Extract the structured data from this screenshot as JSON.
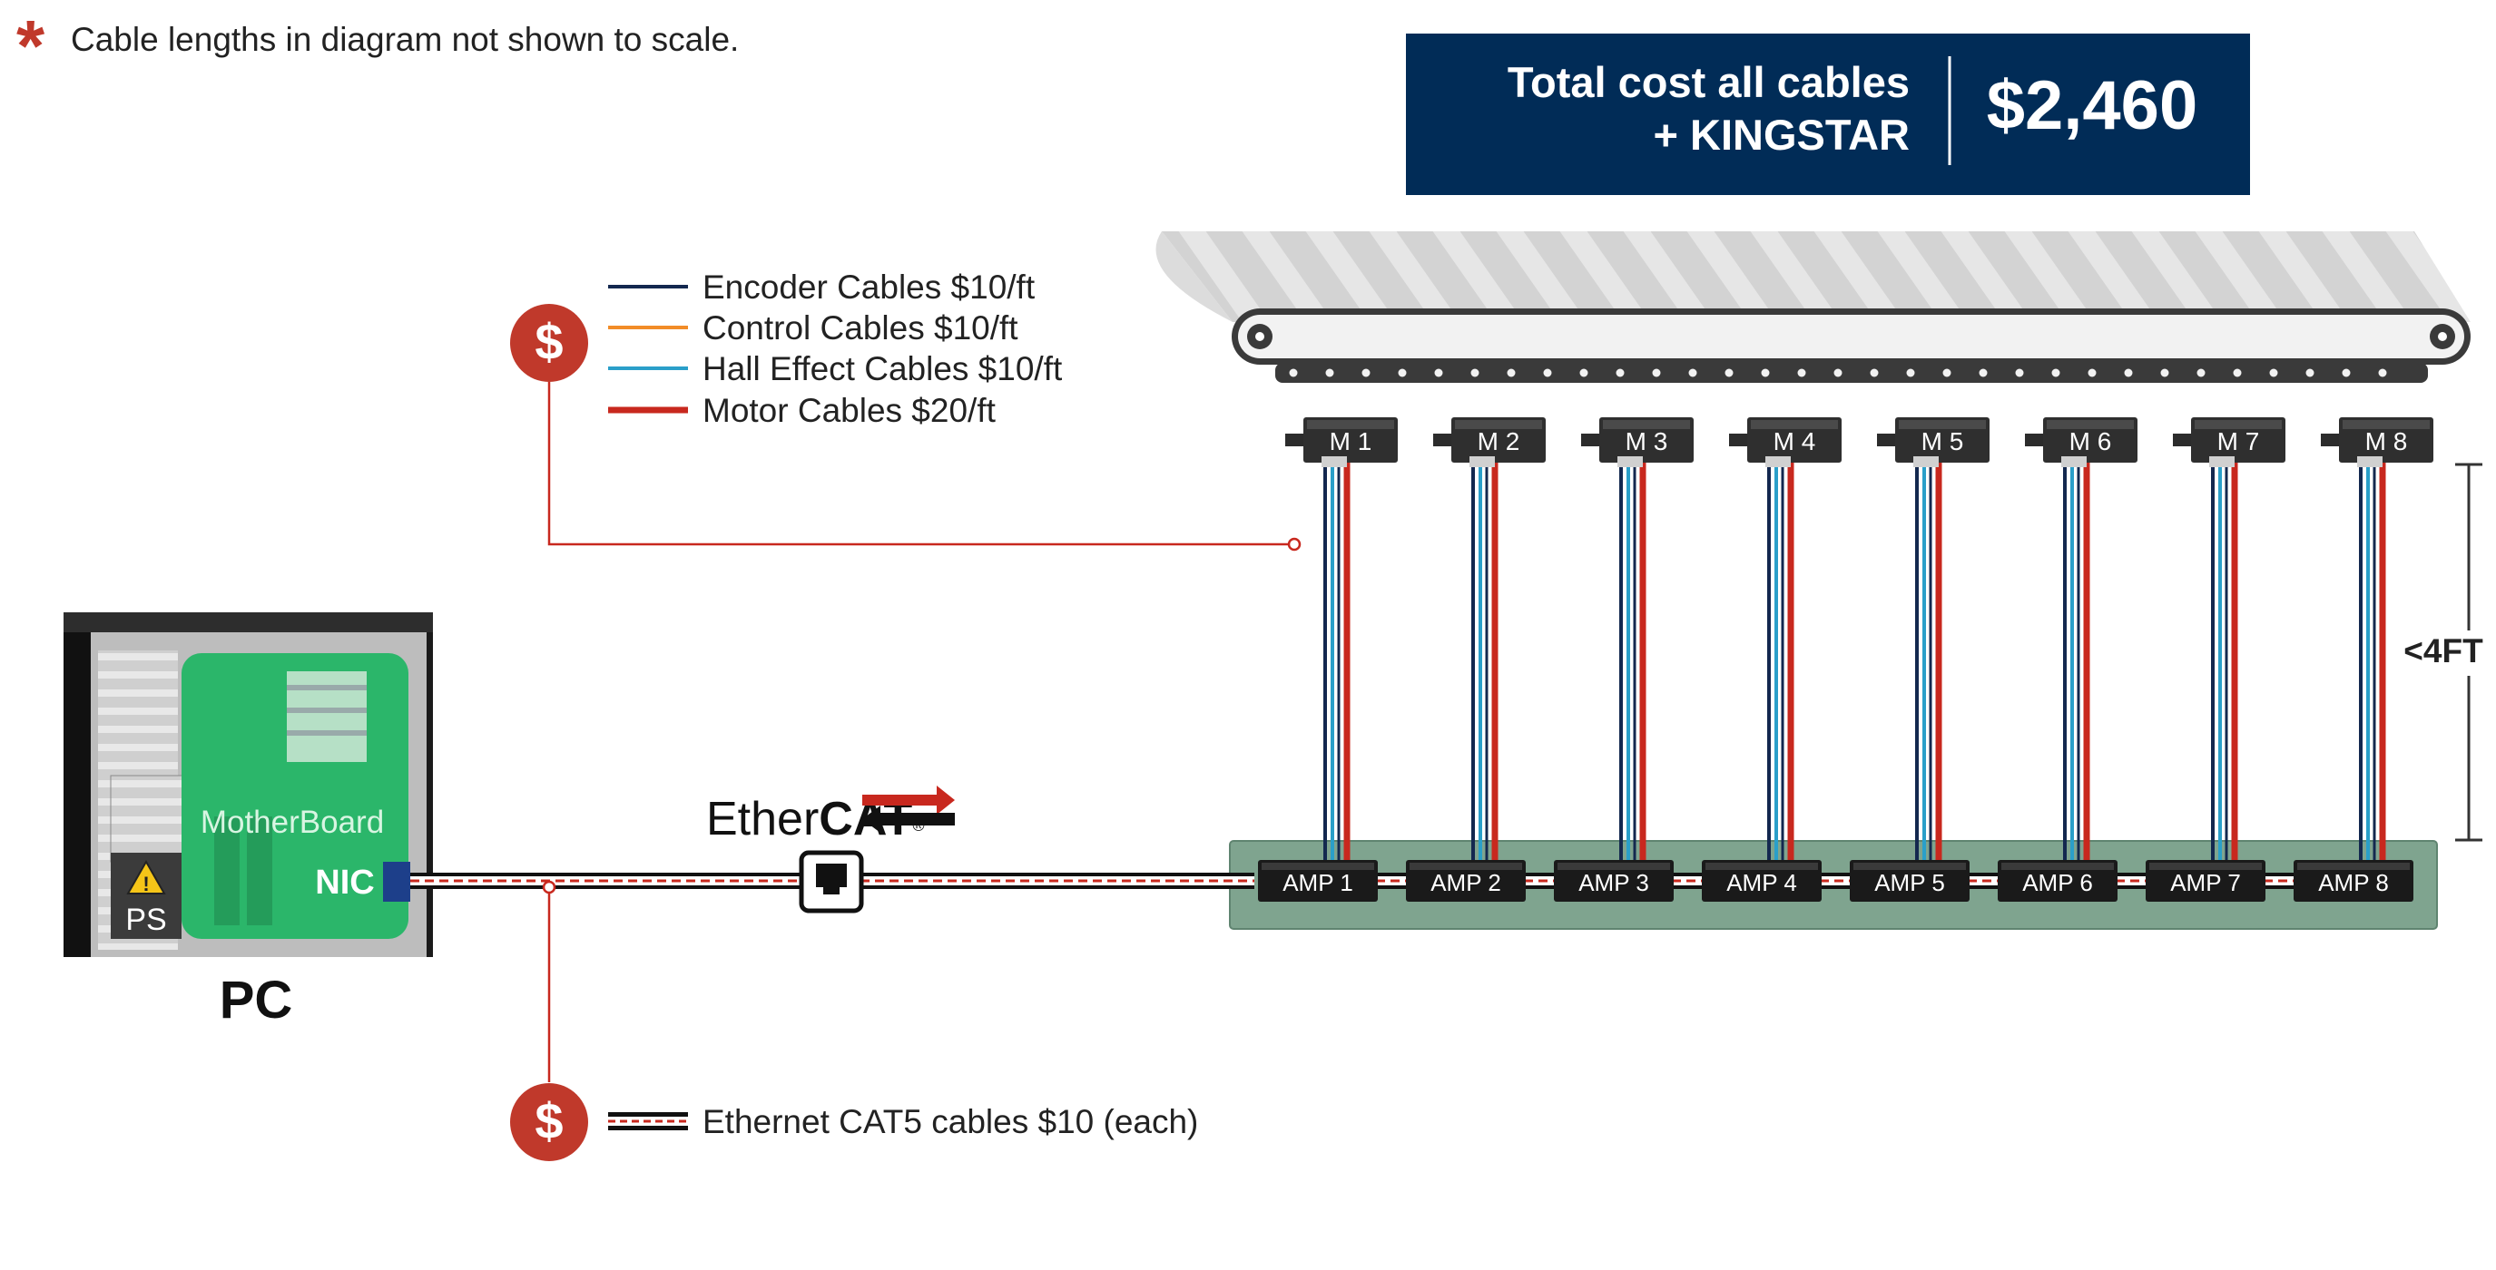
{
  "note": {
    "asterisk": "*",
    "text": "Cable lengths in diagram not shown to scale."
  },
  "cost_box": {
    "label_line1": "Total cost all cables",
    "label_line2": "+ KINGSTAR",
    "value": "$2,460"
  },
  "legend": {
    "dollar_symbol": "$",
    "items": [
      {
        "label": "Encoder Cables $10/ft",
        "color": "#13284f"
      },
      {
        "label": "Control Cables $10/ft",
        "color": "#f28c28"
      },
      {
        "label": "Hall Effect Cables $10/ft",
        "color": "#2a9fc9"
      },
      {
        "label": "Motor Cables $20/ft",
        "color": "#c8281e"
      }
    ]
  },
  "ethernet_legend": {
    "dollar_symbol": "$",
    "label": "Ethernet CAT5 cables $10 (each)"
  },
  "pc": {
    "label": "PC",
    "motherboard_label": "MotherBoard",
    "nic_label": "NIC",
    "ps_label": "PS"
  },
  "ethercat": {
    "logo_part1": "Ether",
    "logo_part2": "CAT",
    "registered": "®"
  },
  "dimension": {
    "label": "<4FT"
  },
  "motors": [
    "M 1",
    "M 2",
    "M 3",
    "M 4",
    "M 5",
    "M 6",
    "M 7",
    "M 8"
  ],
  "amps": [
    "AMP 1",
    "AMP 2",
    "AMP 3",
    "AMP 4",
    "AMP 5",
    "AMP 6",
    "AMP 7",
    "AMP 8"
  ],
  "colors": {
    "navy": "#012c57",
    "red_accent": "#c0392b",
    "motherboard_green": "#2bb66a",
    "amp_panel": "#7fa48f",
    "ethernet_red": "#c8281e"
  }
}
